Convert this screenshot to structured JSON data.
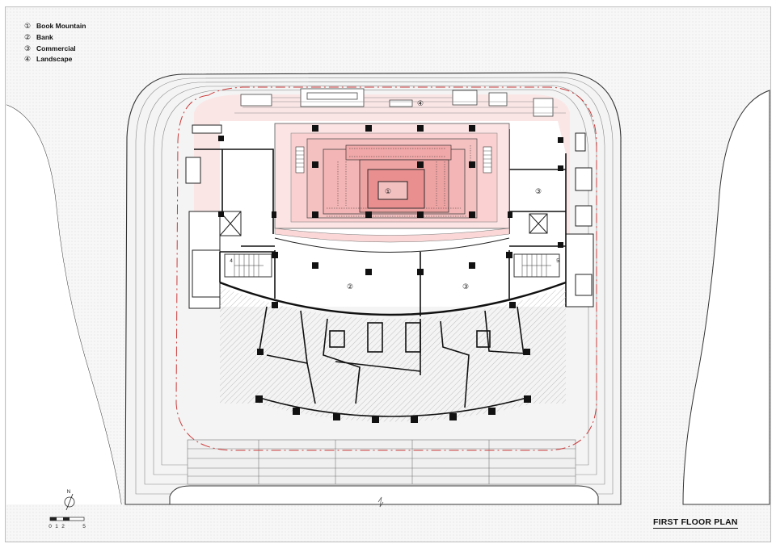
{
  "legend": [
    {
      "marker": "①",
      "label": "Book Mountain"
    },
    {
      "marker": "②",
      "label": "Bank"
    },
    {
      "marker": "③",
      "label": "Commercial"
    },
    {
      "marker": "④",
      "label": "Landscape"
    }
  ],
  "plan": {
    "title": "FIRST FLOOR PLAN",
    "room_markers": {
      "book_mountain": "①",
      "bank": "②",
      "commercial_center": "③",
      "commercial_east": "③",
      "landscape": "④"
    },
    "stair_tags": {
      "west": "4",
      "east": "5"
    },
    "north_label": "N",
    "scale_labels": [
      "0",
      "1",
      "2",
      "5"
    ]
  },
  "colors": {
    "pink_light": "#fbe3e3",
    "pink_mid": "#f5c4c4",
    "pink_deep": "#e9989a",
    "red_boundary": "#cc3a3a",
    "hatch": "#9a9a9a"
  }
}
